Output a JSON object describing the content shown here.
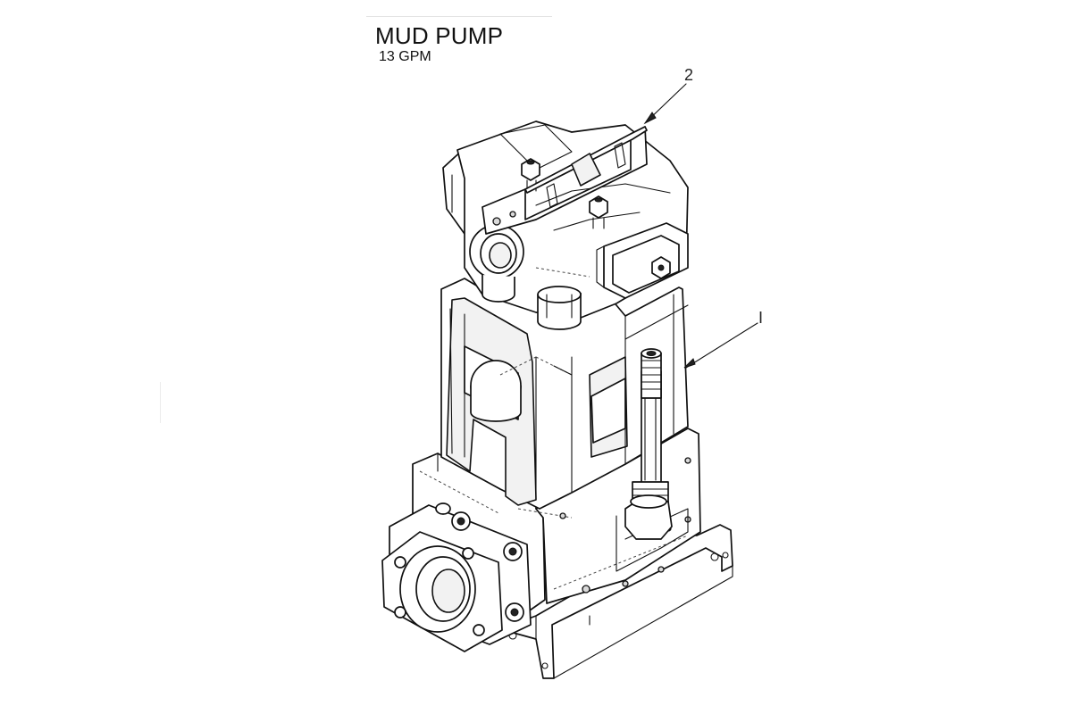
{
  "diagram": {
    "title": "MUD PUMP",
    "subtitle": "13 GPM",
    "callouts": [
      {
        "label": "2"
      },
      {
        "label": "I"
      }
    ]
  }
}
